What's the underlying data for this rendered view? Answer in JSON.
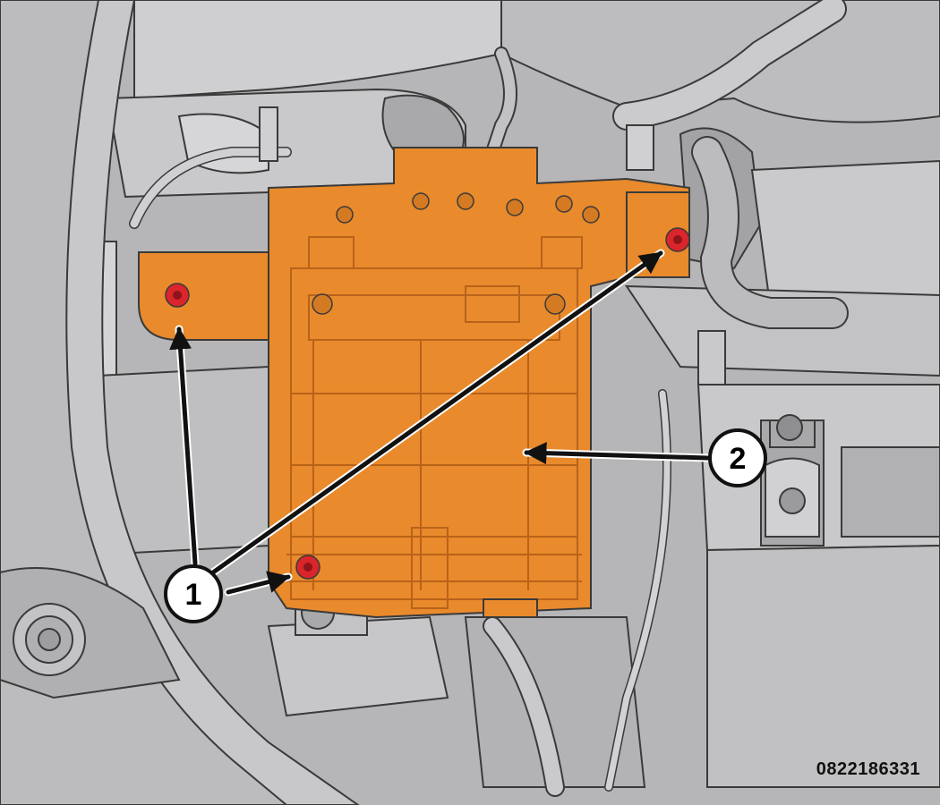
{
  "callouts": [
    {
      "label": "1"
    },
    {
      "label": "2"
    }
  ],
  "figure_id": "0822186331",
  "colors": {
    "module": "#e98a2c",
    "module_dark": "#b8631a",
    "fastener": "#d9252b",
    "background": "#b9b9bb",
    "panel": "#c7c7c9",
    "outline": "#3a3a3a"
  }
}
